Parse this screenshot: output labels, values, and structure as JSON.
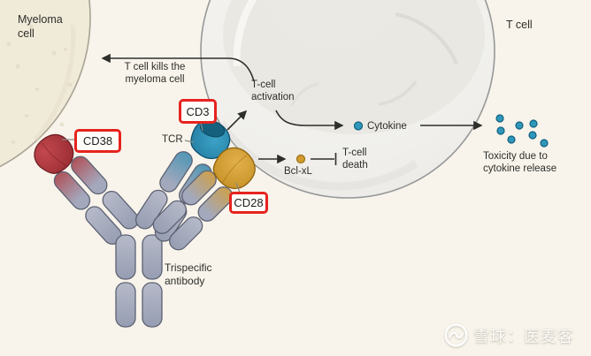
{
  "cells": {
    "myeloma": {
      "label_line1": "Myeloma",
      "label_line2": "cell"
    },
    "t_cell": {
      "label": "T cell"
    }
  },
  "antibody": {
    "name_line1": "Trispecific",
    "name_line2": "antibody",
    "receptor_label": "TCR"
  },
  "target_boxes": {
    "cd38": "CD38",
    "cd3": "CD3",
    "cd28": "CD28"
  },
  "annotations": {
    "kill_line1": "T cell kills the",
    "kill_line2": "myeloma cell",
    "activation_line1": "T-cell",
    "activation_line2": "activation",
    "cytokine": "Cytokine",
    "bcl_xl": "Bcl-xL",
    "death_line1": "T-cell",
    "death_line2": "death",
    "toxicity_line1": "Toxicity due to",
    "toxicity_line2": "cytokine release"
  },
  "watermark": {
    "text": "雪球：医麦客"
  },
  "colors": {
    "background": "#f8f4eb",
    "red_box_border": "#e6231e",
    "cd38_red": "#a93338",
    "cd3_blue": "#2b8cb3",
    "tcr_dark_teal": "#15607d",
    "cd28_gold": "#d29b2e",
    "cytokine_blue": "#2f97ba",
    "antibody_gray": "#a6aabd",
    "arrow_dark": "#2e2e2c",
    "myeloma_fill": "#f0ead9",
    "t_cell_fill": "#f2f1ed"
  }
}
